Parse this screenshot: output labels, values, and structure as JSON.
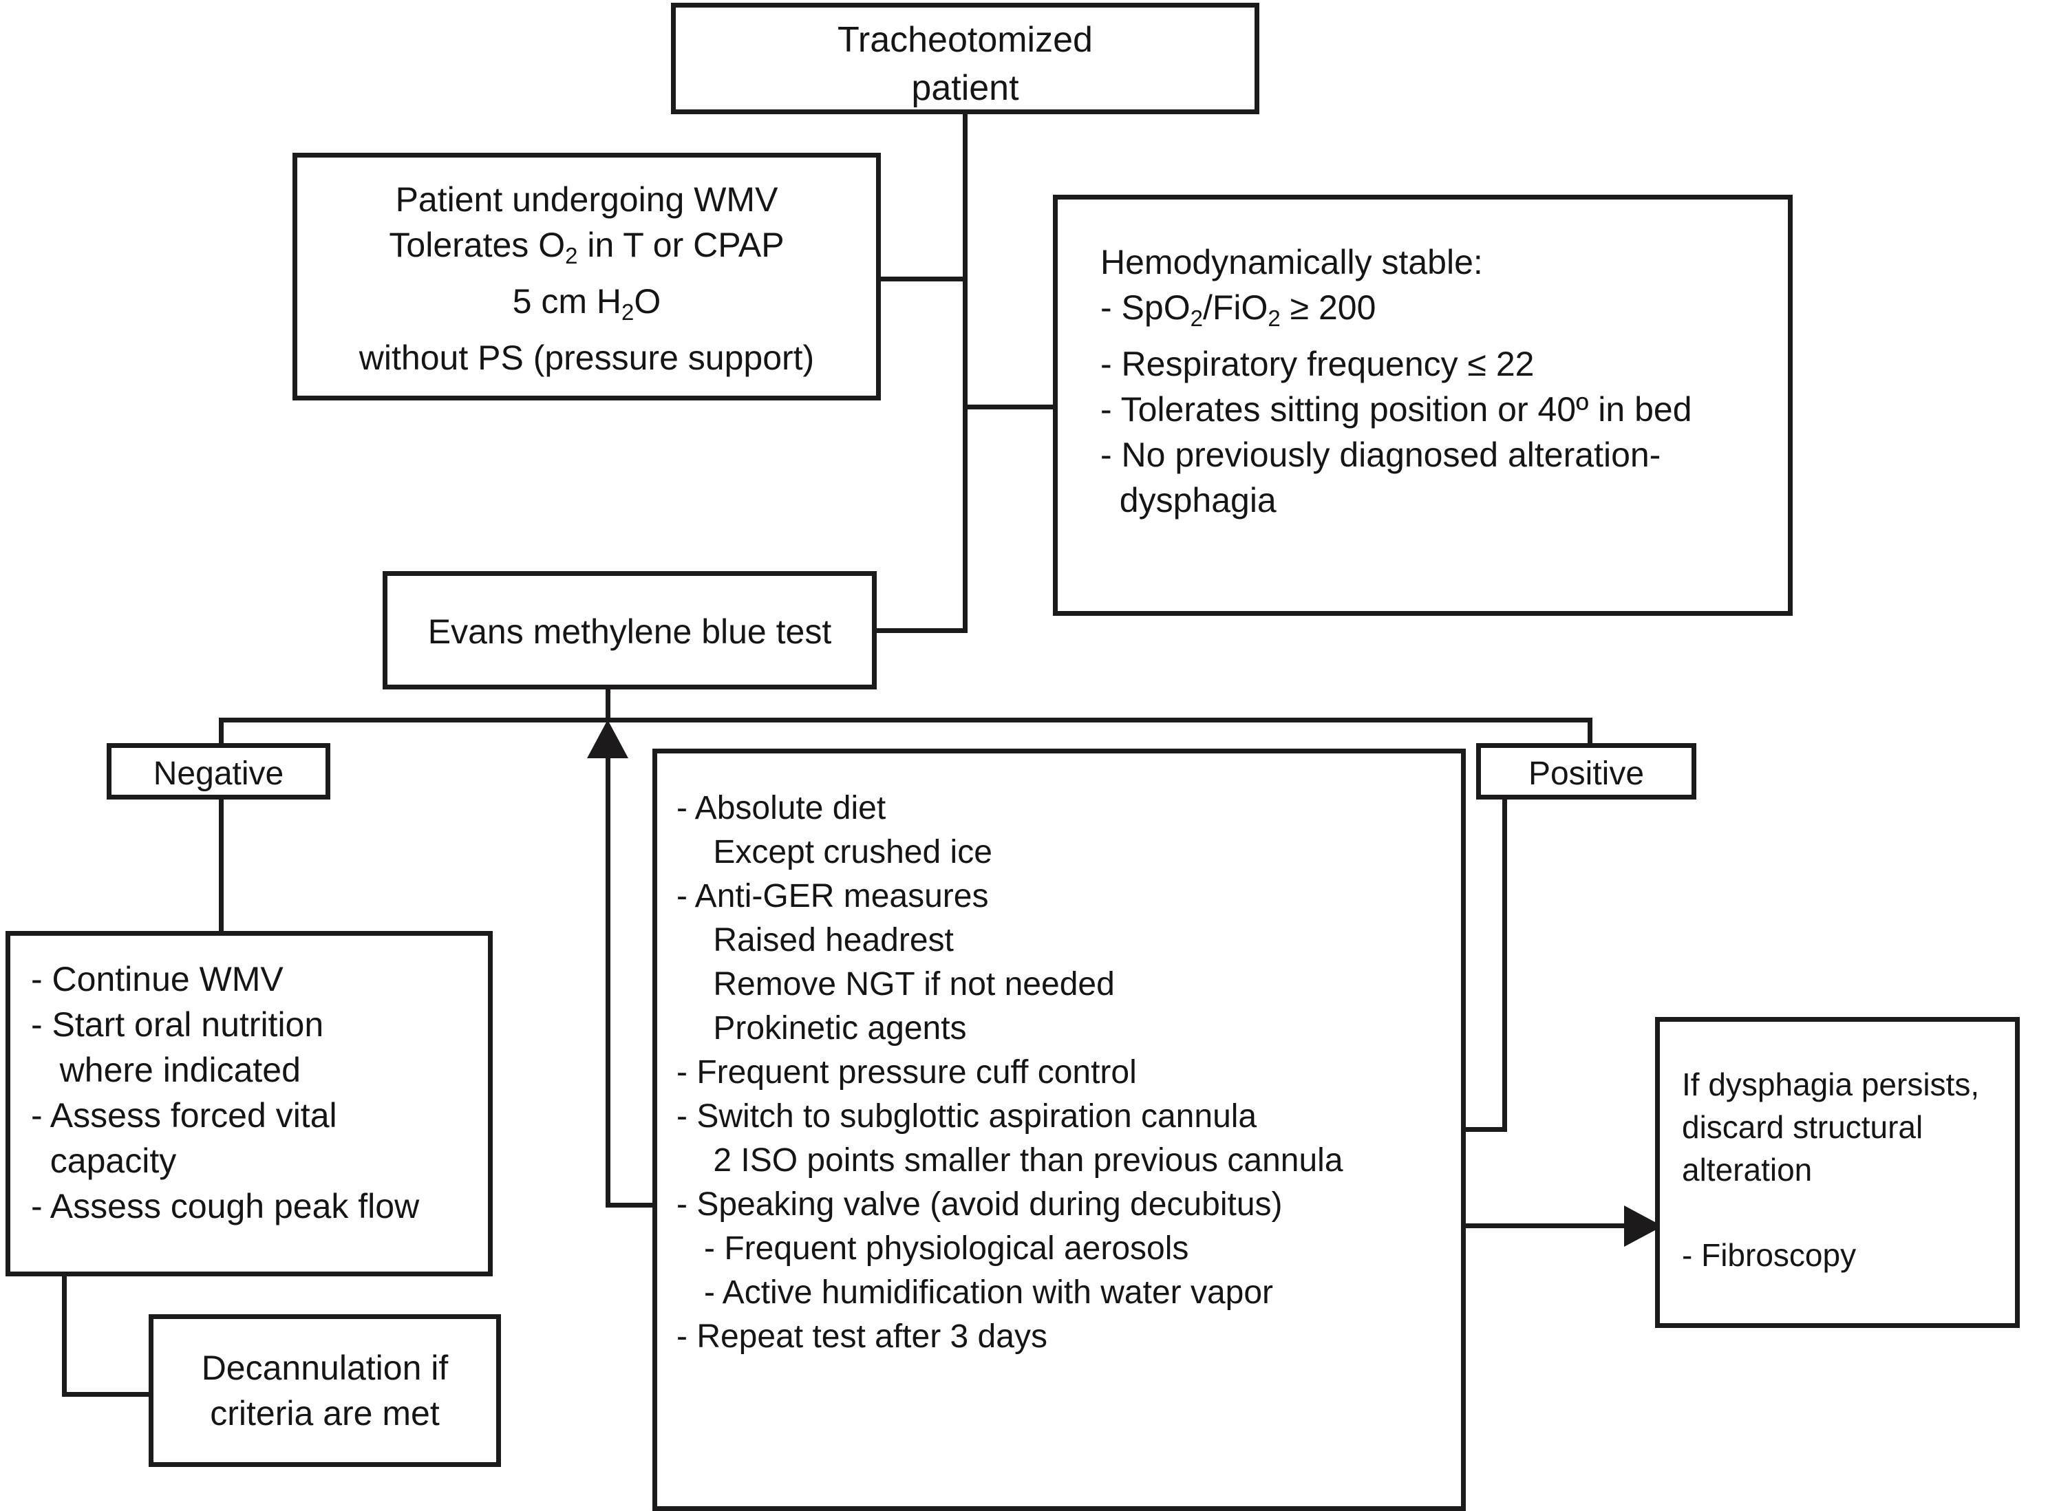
{
  "diagram": {
    "title": "Tracheotomy decannulation and dysphagia management algorithm",
    "colors": {
      "line": "#1c1a1a",
      "box_fill": "#ffffff",
      "text": "#151515"
    },
    "nodes": {
      "root": {
        "name": "tracheotomized-patient",
        "lines": [
          "Tracheotomized",
          "patient"
        ]
      },
      "wmv": {
        "name": "patient-undergoing-wmv",
        "lines": [
          "Patient undergoing WMV",
          "Tolerates O2 in T or CPAP",
          "5 cm H2O",
          "without PS (pressure support)"
        ],
        "line1": "Patient undergoing WMV",
        "line2a": "Tolerates O",
        "line2sub": "2",
        "line2b": " in T or CPAP",
        "line3a": "5 cm H",
        "line3sub": "2",
        "line3b": "O",
        "line4": "without PS (pressure support)"
      },
      "hemo": {
        "name": "hemodynamically-stable-criteria",
        "heading": "Hemodynamically stable:",
        "item1_a": "- SpO",
        "item1_sub1": "2",
        "item1_b": "/FiO",
        "item1_sub2": "2",
        "item1_c": " ≥ 200",
        "item2": "- Respiratory frequency ≤ 22",
        "item3": "- Tolerates sitting position or 40º in bed",
        "item4": "- No previously diagnosed alteration-",
        "item5": "  dysphagia"
      },
      "evans": {
        "name": "evans-methylene-blue-test",
        "label": "Evans methylene blue test"
      },
      "negative": {
        "name": "result-negative",
        "label": "Negative"
      },
      "positive": {
        "name": "result-positive",
        "label": "Positive"
      },
      "negative_actions": {
        "name": "negative-branch-actions",
        "lines": [
          "- Continue WMV",
          "- Start oral nutrition",
          "   where indicated",
          "- Assess forced vital",
          "  capacity",
          "- Assess cough peak flow"
        ]
      },
      "decannulation": {
        "name": "decannulation-outcome",
        "lines": [
          "Decannulation if",
          "criteria are met"
        ]
      },
      "positive_actions": {
        "name": "positive-branch-treatment-plan",
        "lines": [
          "- Absolute diet",
          "    Except crushed ice",
          "- Anti-GER measures",
          "    Raised headrest",
          "    Remove NGT if not needed",
          "    Prokinetic agents",
          "- Frequent pressure cuff control",
          "- Switch to subglottic aspiration cannula",
          "    2 ISO points smaller than previous cannula",
          "- Speaking valve (avoid during decubitus)",
          "   - Frequent physiological aerosols",
          "   - Active humidification with water vapor",
          "- Repeat test after 3 days"
        ]
      },
      "persists": {
        "name": "persistent-dysphagia-outcome",
        "lines": [
          "If dysphagia persists,",
          "discard structural",
          "alteration",
          "",
          "- Fibroscopy"
        ]
      }
    },
    "edges": [
      {
        "name": "edge-root-to-wmv",
        "from": "root",
        "to": "wmv"
      },
      {
        "name": "edge-root-to-hemo",
        "from": "root",
        "to": "hemo"
      },
      {
        "name": "edge-root-to-evans",
        "from": "root",
        "to": "evans"
      },
      {
        "name": "edge-evans-to-negative",
        "from": "evans",
        "to": "negative"
      },
      {
        "name": "edge-evans-to-positive",
        "from": "evans",
        "to": "positive"
      },
      {
        "name": "edge-negative-to-actions",
        "from": "negative",
        "to": "negative_actions"
      },
      {
        "name": "edge-actions-to-decannulation",
        "from": "negative_actions",
        "to": "decannulation"
      },
      {
        "name": "edge-positive-to-treatment",
        "from": "positive",
        "to": "positive_actions"
      },
      {
        "name": "edge-treatment-to-evans-retest",
        "from": "positive_actions",
        "to": "evans",
        "arrow": "up"
      },
      {
        "name": "edge-treatment-to-persists",
        "from": "positive_actions",
        "to": "persists",
        "arrow": "right"
      }
    ]
  }
}
